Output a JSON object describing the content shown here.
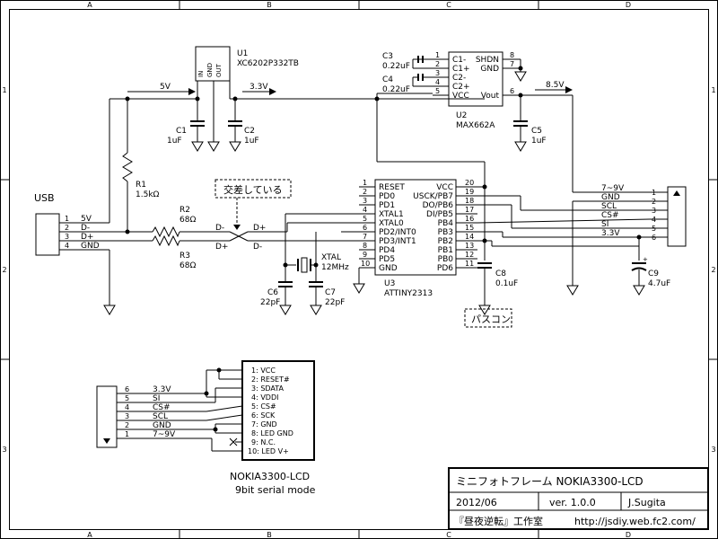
{
  "frame": {
    "cols_top": [
      "A",
      "B",
      "C",
      "D"
    ],
    "cols_bottom": [
      "A",
      "B",
      "C",
      "D"
    ],
    "rows_left": [
      "1",
      "2",
      "3"
    ],
    "rows_right": [
      "1",
      "2",
      "3"
    ]
  },
  "title_block": {
    "title": "ミニフォトフレーム NOKIA3300-LCD",
    "date": "2012/06",
    "version": "ver. 1.0.0",
    "author": "J.Sugita",
    "org": "『昼夜逆転』工作室",
    "url": "http://jsdiy.web.fc2.com/"
  },
  "usb": {
    "label": "USB",
    "pin_numbers": [
      "1",
      "2",
      "3",
      "4"
    ],
    "pin_names": [
      "5V",
      "D-",
      "D+",
      "GND"
    ]
  },
  "regulator": {
    "ref": "U1",
    "part": "XC6202P332TB",
    "pin_names": [
      "IN",
      "GND",
      "OUT"
    ]
  },
  "nets": {
    "v5": "5V",
    "v33": "3.3V",
    "v85": "8.5V",
    "dminus": "D-",
    "dplus": "D+"
  },
  "passives": {
    "c1": {
      "ref": "C1",
      "value": "1uF"
    },
    "c2": {
      "ref": "C2",
      "value": "1uF"
    },
    "c3": {
      "ref": "C3",
      "value": "0.22uF"
    },
    "c4": {
      "ref": "C4",
      "value": "0.22uF"
    },
    "c5": {
      "ref": "C5",
      "value": "1uF"
    },
    "c6": {
      "ref": "C6",
      "value": "22pF"
    },
    "c7": {
      "ref": "C7",
      "value": "22pF"
    },
    "c8": {
      "ref": "C8",
      "value": "0.1uF"
    },
    "c9": {
      "ref": "C9",
      "value": "4.7uF"
    },
    "r1": {
      "ref": "R1",
      "value": "1.5kΩ"
    },
    "r2": {
      "ref": "R2",
      "value": "68Ω"
    },
    "r3": {
      "ref": "R3",
      "value": "68Ω"
    },
    "xtal": {
      "ref": "XTAL",
      "value": "12MHz"
    }
  },
  "notes": {
    "cross": "交差している",
    "bypass": "パスコン"
  },
  "pump": {
    "ref": "U2",
    "part": "MAX662A",
    "left_numbers": [
      "1",
      "2",
      "3",
      "4",
      "5"
    ],
    "left_names": [
      "C1-",
      "C1+",
      "C2-",
      "C2+",
      "VCC"
    ],
    "right_numbers": [
      "8",
      "7",
      "6"
    ],
    "right_names": [
      "SHDN",
      "GND",
      "Vout"
    ]
  },
  "mcu": {
    "ref": "U3",
    "part": "ATTINY2313",
    "left_numbers": [
      "1",
      "2",
      "3",
      "4",
      "5",
      "6",
      "7",
      "8",
      "9",
      "10"
    ],
    "left_names": [
      "RESET",
      "PD0",
      "PD1",
      "XTAL1",
      "XTAL0",
      "PD2/INT0",
      "PD3/INT1",
      "PD4",
      "PD5",
      "GND"
    ],
    "right_numbers": [
      "20",
      "19",
      "18",
      "17",
      "16",
      "15",
      "14",
      "13",
      "12",
      "11"
    ],
    "right_names": [
      "VCC",
      "USCK/PB7",
      "DO/PB6",
      "DI/PB5",
      "PB4",
      "PB3",
      "PB2",
      "PB1",
      "PB0",
      "PD6"
    ]
  },
  "conn_right": {
    "numbers": [
      "1",
      "2",
      "3",
      "4",
      "5",
      "6"
    ],
    "names": [
      "7~9V",
      "GND",
      "SCL",
      "CS#",
      "SI",
      "3.3V"
    ]
  },
  "conn_left": {
    "numbers": [
      "6",
      "5",
      "4",
      "3",
      "2",
      "1"
    ],
    "names": [
      "3.3V",
      "SI",
      "CS#",
      "SCL",
      "GND",
      "7~9V"
    ]
  },
  "lcd": {
    "pins": [
      "1: VCC",
      "2: RESET#",
      "3: SDATA",
      "4: VDDI",
      "5: CS#",
      "6: SCK",
      "7: GND",
      "8: LED GND",
      "9: N.C.",
      "10: LED V+"
    ],
    "title": "NOKIA3300-LCD",
    "subtitle": "9bit serial mode"
  }
}
